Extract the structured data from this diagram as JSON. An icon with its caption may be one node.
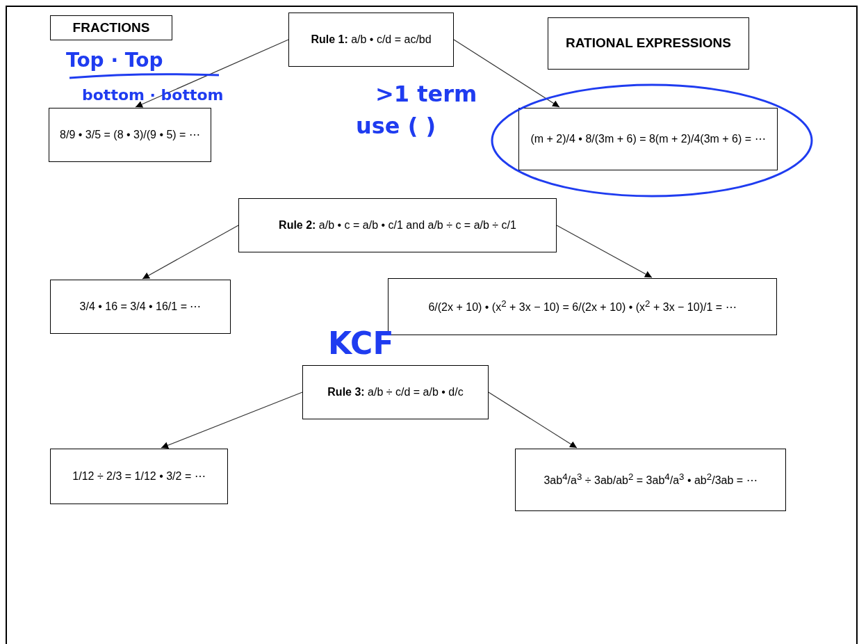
{
  "diagram": {
    "nodes": [
      {
        "text": [
          "FRACTIONS"
        ]
      },
      {
        "text": [
          "**Rule 1:** a/b • c/d = ac/bd"
        ]
      },
      {
        "text": [
          "RATIONAL EXPRESSIONS"
        ]
      },
      {
        "text": [
          "8/9 • 3/5 = (8 • 3)/(9 • 5) = ⋯"
        ]
      },
      {
        "text": [
          "(m + 2)/4 • 8/(3m + 6) = 8(m + 2)/4(3m + 6) = ⋯"
        ]
      },
      {
        "text": [
          "**Rule 2:** a/b • c = a/b • c/1 and a/b ÷ c = a/b ÷ c/1"
        ]
      },
      {
        "text": [
          "3/4 • 16 = 3/4 • 16/1 = ⋯"
        ]
      },
      {
        "text": [
          "6/(2x + 10) • (x$^{2}$ + 3x − 10) = 6/(2x + 10) • (x$^{2}$ + 3x − 10)/1 = ⋯"
        ]
      },
      {
        "text": [
          "**Rule 3:** a/b ÷ c/d = a/b • d/c"
        ]
      },
      {
        "text": [
          "1/12 ÷ 2/3 = 1/12 • 3/2 = ⋯"
        ]
      },
      {
        "text": [
          "3ab$^{4}$/a$^{3}$ ÷ 3ab/ab$^{2}$ = 3ab$^{4}$/a$^{3}$ • ab$^{2}$/3ab = ⋯"
        ]
      }
    ],
    "edges": [
      {
        "from": 1,
        "to": 3,
        "arrow": "to"
      },
      {
        "from": 1,
        "to": 4,
        "arrow": "to"
      },
      {
        "from": 5,
        "to": 6,
        "arrow": "to"
      },
      {
        "from": 5,
        "to": 7,
        "arrow": "to"
      },
      {
        "from": 8,
        "to": 9,
        "arrow": "to"
      },
      {
        "from": 8,
        "to": 10,
        "arrow": "to"
      }
    ],
    "labels": [
      "Top · Top",
      "bottom · bottom",
      ">1 term",
      "use (  )",
      "KCF"
    ]
  }
}
